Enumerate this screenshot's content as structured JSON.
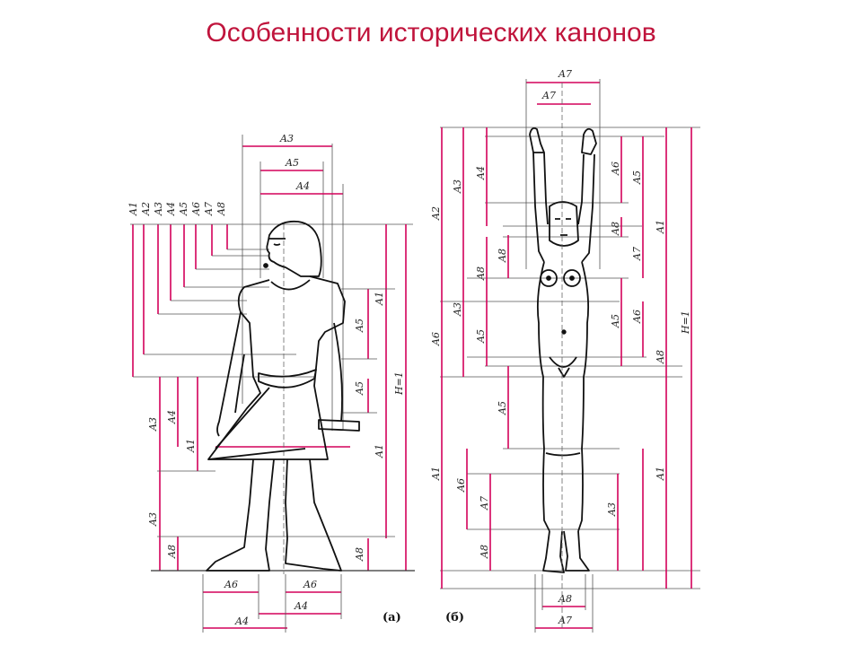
{
  "slide": {
    "title": "Особенности исторических канонов"
  },
  "figure_a": {
    "caption": "(а)",
    "top_labels": [
      "A1",
      "A2",
      "A3",
      "A4",
      "A5",
      "A6",
      "A7",
      "A8"
    ],
    "dim_labels": {
      "a3": "A3",
      "a5": "A5",
      "a4": "A4",
      "a1_right": "A1",
      "a5_r1": "A5",
      "a5_r2": "A5",
      "h": "H=1",
      "a1_lower": "A1",
      "a3_left": "A3",
      "a4_left": "A4",
      "a1_left": "A1",
      "a3_low": "A3",
      "a8_left": "A8",
      "a8_right": "A8",
      "a6_left": "A6",
      "a6_right": "A6",
      "a4_bot1": "A4",
      "a4_bot2": "A4"
    }
  },
  "figure_b": {
    "caption": "(б)",
    "dim_labels": {
      "a7_top1": "A7",
      "a7_top2": "A7",
      "a2": "A2",
      "a3": "A3",
      "a4": "A4",
      "a6": "A6",
      "a5": "A5",
      "a1": "A1",
      "a8_head": "A8",
      "a7_mid": "A7",
      "a8_l1": "A8",
      "a8_l2": "A8",
      "a3_l2": "A3",
      "a6_l": "A6",
      "a5_l": "A5",
      "a5_r": "A5",
      "a6_r": "A6",
      "a8_r": "A8",
      "h": "H=1",
      "a5_low": "A5",
      "a1_low": "A1",
      "a6_low": "A6",
      "a7_low": "A7",
      "a8_low": "A8",
      "a3_low": "A3",
      "a1_right": "A1",
      "a8_bot": "A8",
      "a7_bot": "A7"
    }
  }
}
